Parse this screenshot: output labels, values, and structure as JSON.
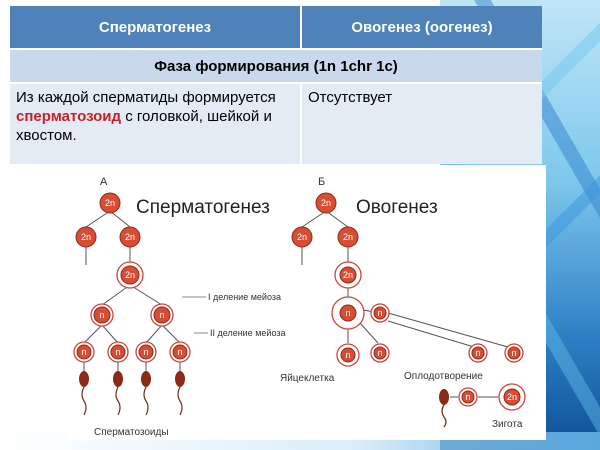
{
  "table": {
    "headers": [
      "Сперматогенез",
      "Овогенез (оогенез)"
    ],
    "phase_title": "Фаза формирования (1n 1chr 1c)",
    "left_cell": {
      "text_before": "Из каждой сперматиды формируется ",
      "highlight": "сперматозоид",
      "text_after": " с головкой, шейкой и хвостом."
    },
    "right_cell": "Отсутствует"
  },
  "diagram": {
    "label_a": "А",
    "label_b": "Б",
    "title_left": "Сперматогенез",
    "title_right": "Овогенез",
    "meiosis_1": "I деление мейоза",
    "meiosis_2": "II деление мейоза",
    "egg_label": "Яйцеклетка",
    "fertilization_label": "Оплодотворение",
    "sperm_label": "Сперматозоиды",
    "zygote_label": "Зигота",
    "cell_2n": "2n",
    "cell_n": "n"
  },
  "colors": {
    "header_bg": "#4e82b8",
    "phase_bg": "#c9d8ea",
    "cell_bg": "#e3ebf5",
    "highlight": "#c8202a",
    "cell_fill": "#d94d33"
  }
}
